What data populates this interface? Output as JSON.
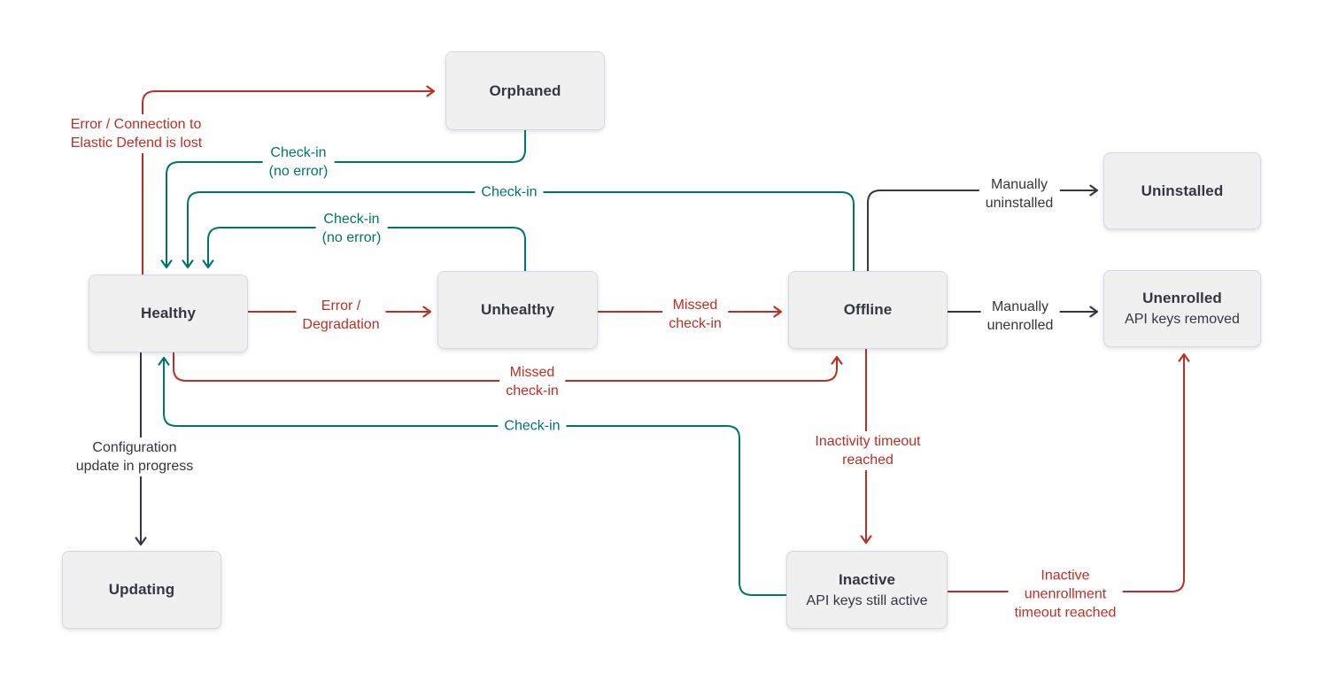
{
  "colors": {
    "red": "#bd2f24",
    "teal": "#00756b",
    "dark": "#343741",
    "node_fill": "#f0f0f1",
    "node_border": "#d3dae6",
    "node_text": "#343741",
    "bg": "#ffffff"
  },
  "nodes": {
    "orphaned": {
      "label": "Orphaned"
    },
    "healthy": {
      "label": "Healthy"
    },
    "unhealthy": {
      "label": "Unhealthy"
    },
    "offline": {
      "label": "Offline"
    },
    "uninstalled": {
      "label": "Uninstalled"
    },
    "unenrolled": {
      "label": "Unenrolled",
      "sublabel": "API keys removed"
    },
    "inactive": {
      "label": "Inactive",
      "sublabel": "API keys still active"
    },
    "updating": {
      "label": "Updating"
    }
  },
  "edges": {
    "healthy_to_orphaned": {
      "from": "Healthy",
      "to": "Orphaned",
      "color": "red",
      "label": "Error / Connection to\nElastic Defend is lost"
    },
    "orphaned_to_healthy": {
      "from": "Orphaned",
      "to": "Healthy",
      "color": "teal",
      "label": "Check-in\n(no error)"
    },
    "offline_to_healthy": {
      "from": "Offline",
      "to": "Healthy",
      "color": "teal",
      "label": "Check-in"
    },
    "unhealthy_to_healthy": {
      "from": "Unhealthy",
      "to": "Healthy",
      "color": "teal",
      "label": "Check-in\n(no error)"
    },
    "healthy_to_unhealthy": {
      "from": "Healthy",
      "to": "Unhealthy",
      "color": "red",
      "label": "Error /\nDegradation"
    },
    "unhealthy_to_offline": {
      "from": "Unhealthy",
      "to": "Offline",
      "color": "red",
      "label": "Missed\ncheck-in"
    },
    "healthy_to_offline": {
      "from": "Healthy",
      "to": "Offline",
      "color": "red",
      "label": "Missed\ncheck-in"
    },
    "inactive_to_healthy": {
      "from": "Inactive",
      "to": "Healthy",
      "color": "teal",
      "label": "Check-in"
    },
    "healthy_to_updating": {
      "from": "Healthy",
      "to": "Updating",
      "color": "dark",
      "label": "Configuration\nupdate in progress"
    },
    "offline_to_uninstalled": {
      "from": "Offline",
      "to": "Uninstalled",
      "color": "dark",
      "label": "Manually\nuninstalled"
    },
    "offline_to_unenrolled": {
      "from": "Offline",
      "to": "Unenrolled",
      "color": "dark",
      "label": "Manually\nunenrolled"
    },
    "offline_to_inactive": {
      "from": "Offline",
      "to": "Inactive",
      "color": "red",
      "label": "Inactivity timeout\nreached"
    },
    "inactive_to_unenrolled": {
      "from": "Inactive",
      "to": "Unenrolled",
      "color": "red",
      "label": "Inactive\nunenrollment\ntimeout reached"
    }
  }
}
